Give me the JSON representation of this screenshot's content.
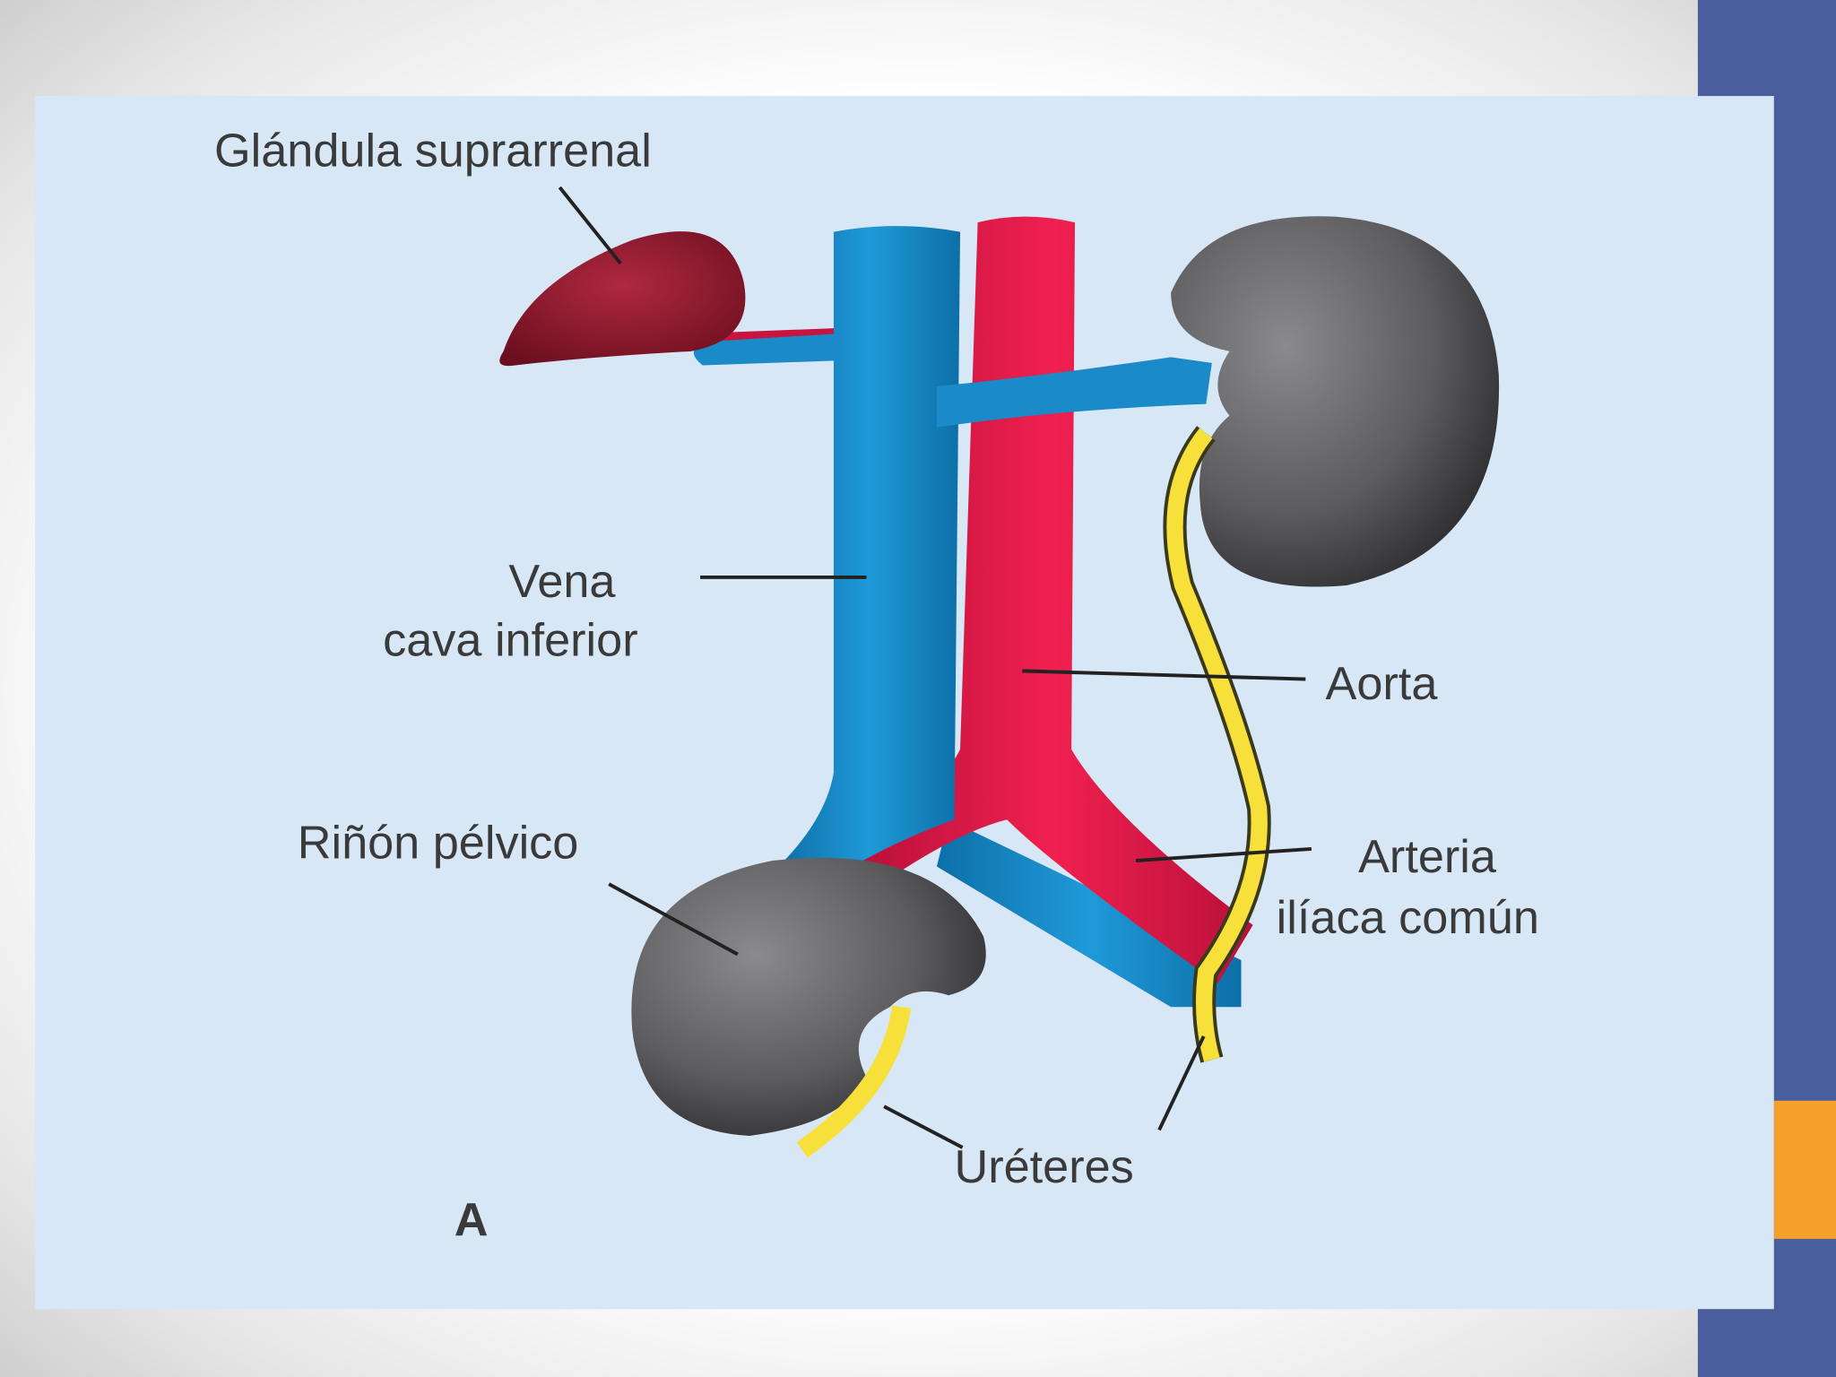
{
  "colors": {
    "side_bar": "#4a5d9c",
    "accent_block": "#f5a02a",
    "panel": "#d8e7f6",
    "vein": "#1a8ac8",
    "artery": "#e0184a",
    "adrenal": "#8e1a2c",
    "kidney": "#5a5a5c",
    "ureter": "#f7e03a"
  },
  "figure": {
    "labels": {
      "adrenal": "Glándula suprarrenal",
      "vena_line1": "Vena",
      "vena_line2": "cava inferior",
      "aorta": "Aorta",
      "pelvic_kidney": "Riñón pélvico",
      "iliac_line1": "Arteria",
      "iliac_line2": "ilíaca común",
      "ureters": "Uréteres",
      "panel_letter": "A"
    }
  }
}
